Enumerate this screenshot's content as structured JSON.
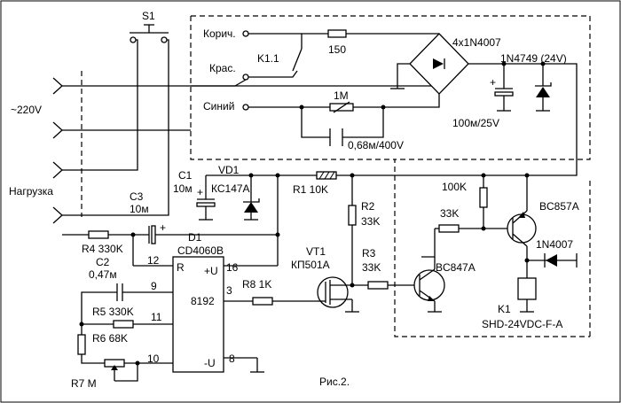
{
  "figure": {
    "caption": "Рис.2.",
    "mains_voltage": "~220V",
    "load_label": "Нагрузка"
  },
  "wires": {
    "brown": "Корич.",
    "red": "Крас.",
    "blue": "Синий"
  },
  "components": {
    "s1": "S1",
    "k11": "K1.1",
    "r150": "150",
    "bridge": "4x1N4007",
    "zener_top": "1N4749 (24V)",
    "r1m": "1M",
    "c_068": "0,68м/400V",
    "c_100": "100м/25V",
    "plus": "+",
    "c1": "C1",
    "c1_val": "10м",
    "vd1": "VD1",
    "vd1_type": "КС147А",
    "r1": "R1 10K",
    "r100k": "100K",
    "r2": "R2",
    "r2_val": "33K",
    "r33k": "33K",
    "q_pnp": "BC857A",
    "c3": "C3",
    "c3_val": "10м",
    "r4": "R4 330K",
    "d1": "D1",
    "ic": "CD4060B",
    "ic_r": "R",
    "ic_vcc": "+U",
    "ic_gnd": "-U",
    "ic_out": "8192",
    "pin12": "12",
    "pin16": "16",
    "pin9": "9",
    "pin3": "3",
    "pin11": "11",
    "pin10": "10",
    "pin8": "8",
    "vt1": "VT1",
    "vt1_type": "КП501А",
    "r8": "R8 1K",
    "r3": "R3",
    "r3_val": "33K",
    "q_npn": "BC847A",
    "diode_k1": "1N4007",
    "c2": "C2",
    "c2_val": "0,47м",
    "r5": "R5 330K",
    "r6": "R6 68K",
    "r7": "R7 M",
    "k1": "K1",
    "k1_type": "SHD-24VDC-F-A"
  }
}
